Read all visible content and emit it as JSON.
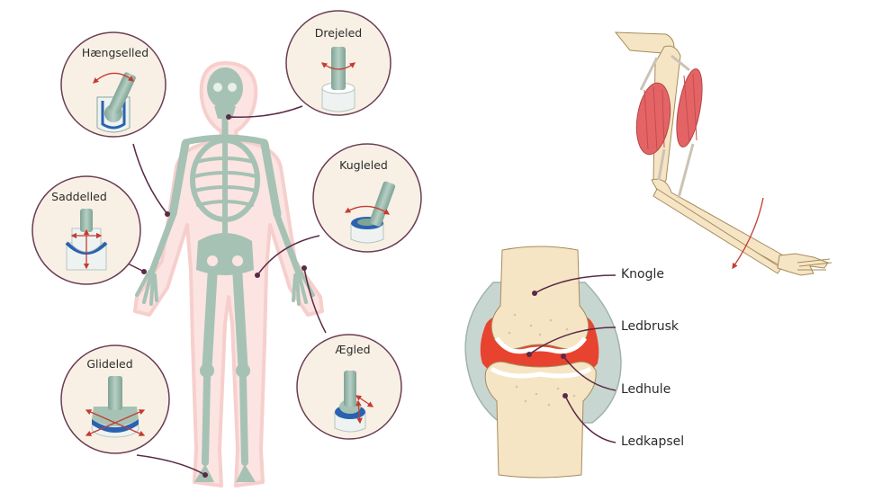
{
  "joint_types": {
    "hinge": "Hængselled",
    "pivot": "Drejeled",
    "ball": "Kugleled",
    "saddle": "Saddelled",
    "plane": "Glideled",
    "ellipsoid": "Ægled"
  },
  "knee_parts": {
    "bone": "Knogle",
    "cartilage": "Ledbrusk",
    "cavity": "Ledhule",
    "capsule": "Ledkapsel"
  },
  "colors": {
    "skeleton": "#a6c2b4",
    "body_outline": "#f6cfcd",
    "circle_border": "#6b3d55",
    "joint_blue": "#2a62b0",
    "arrow_red": "#c43b33",
    "bone_fill": "#f6e5c4",
    "muscle": "#e46466",
    "cavity_red": "#e8432e",
    "capsule": "#c8d6d2"
  }
}
